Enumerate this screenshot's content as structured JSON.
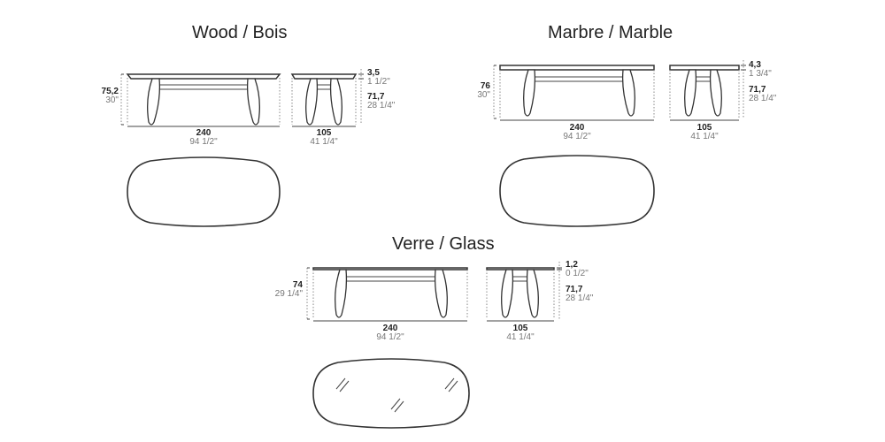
{
  "variants": [
    {
      "id": "wood",
      "title": "Wood / Bois",
      "height_cm": "75,2",
      "height_in": "30\"",
      "length_cm": "240",
      "length_in": "94 1/2\"",
      "width_cm": "105",
      "width_in": "41 1/4\"",
      "top_cm": "3,5",
      "top_in": "1 1/2\"",
      "leg_cm": "71,7",
      "leg_in": "28 1/4\""
    },
    {
      "id": "marble",
      "title": "Marbre / Marble",
      "height_cm": "76",
      "height_in": "30\"",
      "length_cm": "240",
      "length_in": "94 1/2\"",
      "width_cm": "105",
      "width_in": "41 1/4\"",
      "top_cm": "4,3",
      "top_in": "1 3/4\"",
      "leg_cm": "71,7",
      "leg_in": "28 1/4\""
    },
    {
      "id": "glass",
      "title": "Verre / Glass",
      "height_cm": "74",
      "height_in": "29 1/4\"",
      "length_cm": "240",
      "length_in": "94 1/2\"",
      "width_cm": "105",
      "width_in": "41 1/4\"",
      "top_cm": "1,2",
      "top_in": "0 1/2\"",
      "leg_cm": "71,7",
      "leg_in": "28 1/4\""
    }
  ]
}
